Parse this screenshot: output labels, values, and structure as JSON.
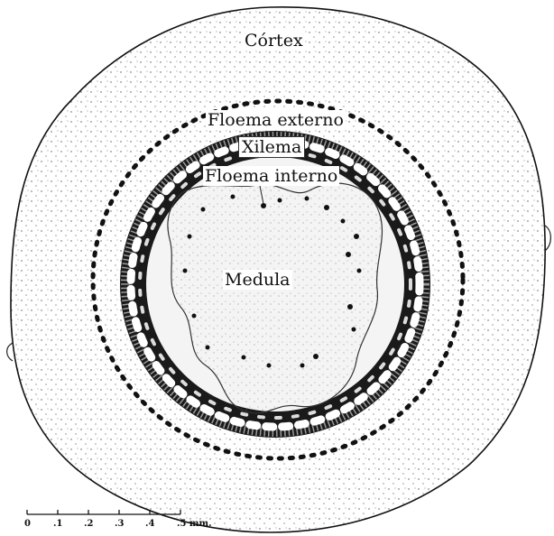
{
  "labels": {
    "cortex": "Córtex",
    "floema_externo": "Floema externo",
    "xilema": "Xilema",
    "floema_interno": "Floema interno",
    "medula": "Medula"
  },
  "scale_bar": {
    "ticks": [
      "0",
      ".1",
      ".2",
      ".3",
      ".4",
      ".5 mm."
    ]
  },
  "colors": {
    "ink": "#111111",
    "stipple": "#4a4a4a",
    "background": "#ffffff",
    "medula_fill": "#f3f3f3"
  }
}
